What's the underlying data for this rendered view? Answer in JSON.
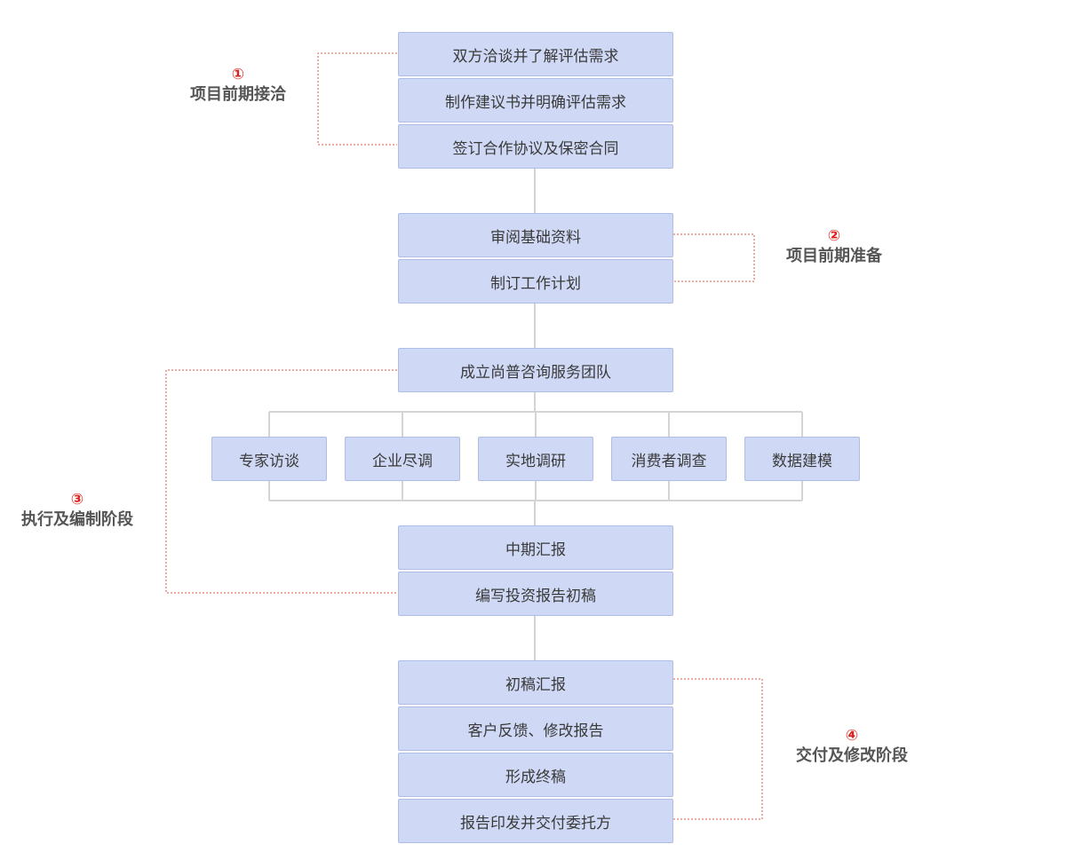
{
  "colors": {
    "box_fill": "#cfd9f5",
    "box_border": "#aebde4",
    "connector": "#d4d4d4",
    "bracket": "#d9584e",
    "stage_number": "#e0201c",
    "stage_title": "#555555"
  },
  "steps": {
    "s1": "双方洽谈并了解评估需求",
    "s2": "制作建议书并明确评估需求",
    "s3": "签订合作协议及保密合同",
    "s4": "审阅基础资料",
    "s5": "制订工作计划",
    "s6": "成立尚普咨询服务团队",
    "b1": "专家访谈",
    "b2": "企业尽调",
    "b3": "实地调研",
    "b4": "消费者调查",
    "b5": "数据建模",
    "s7": "中期汇报",
    "s8": "编写投资报告初稿",
    "s9": "初稿汇报",
    "s10": "客户反馈、修改报告",
    "s11": "形成终稿",
    "s12": "报告印发并交付委托方"
  },
  "stages": [
    {
      "number": "①",
      "title": "项目前期接洽"
    },
    {
      "number": "②",
      "title": "项目前期准备"
    },
    {
      "number": "③",
      "title": "执行及编制阶段"
    },
    {
      "number": "④",
      "title": "交付及修改阶段"
    }
  ]
}
